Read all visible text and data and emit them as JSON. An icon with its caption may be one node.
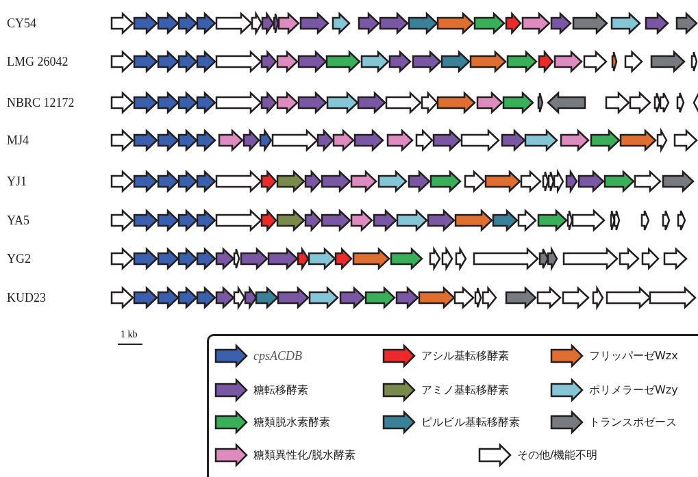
{
  "diagram": {
    "labels": [
      "CY54",
      "LMG 26042",
      "NBRC 12172",
      "MJ4",
      "YJ1",
      "YA5",
      "YG2",
      "KUD23",
      "1 kb"
    ],
    "legend": [
      {
        "text": "cpsACDB",
        "color": "#3a5fad"
      },
      {
        "text": "アシル基転移酵素",
        "color": "#ec2a2a"
      },
      {
        "text": "フリッパーゼWzx",
        "color": "#df6f30"
      },
      {
        "text": "糖転移酵素",
        "color": "#7a57a5"
      },
      {
        "text": "アミノ基転移酵素",
        "color": "#7a8a4a"
      },
      {
        "text": "ポリメラーゼWzy",
        "color": "#84c6d6"
      },
      {
        "text": "糖類脱水素酵素",
        "color": "#3aaf5a"
      },
      {
        "text": "ピルビル基転移酵素",
        "color": "#3a8098"
      },
      {
        "text": "トランスポゼース",
        "color": "#777a7e"
      },
      {
        "text": "糖類異性化/脱水酵素",
        "color": "#de8bbf"
      },
      {
        "text": "その他/機能不明",
        "color": "#ffffff"
      }
    ]
  }
}
